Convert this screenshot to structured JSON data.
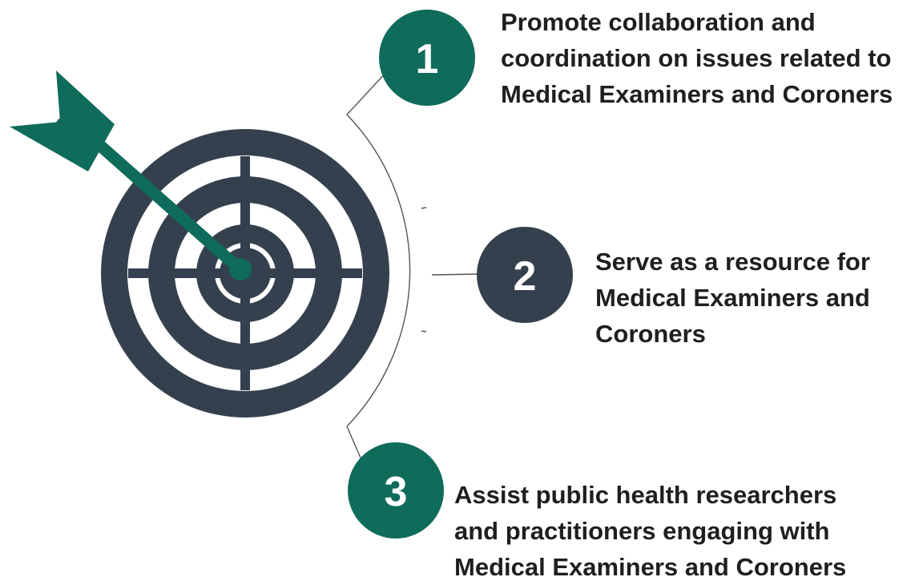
{
  "colors": {
    "target": "#35404f",
    "accent": "#0f6b5a",
    "white": "#ffffff",
    "text": "#1f1f1f",
    "connector": "#555555"
  },
  "icons": {
    "target": "dartboard-target-icon",
    "arrow": "dart-arrow-icon"
  },
  "goals": [
    {
      "number": "1",
      "lines": [
        "Promote collaboration and",
        "coordination on issues related to",
        "Medical Examiners and Coroners"
      ]
    },
    {
      "number": "2",
      "lines": [
        "Serve as a resource for",
        "Medical Examiners and",
        "Coroners"
      ]
    },
    {
      "number": "3",
      "lines": [
        "Assist public health researchers",
        "and practitioners engaging with",
        "Medical Examiners and Coroners"
      ]
    }
  ]
}
